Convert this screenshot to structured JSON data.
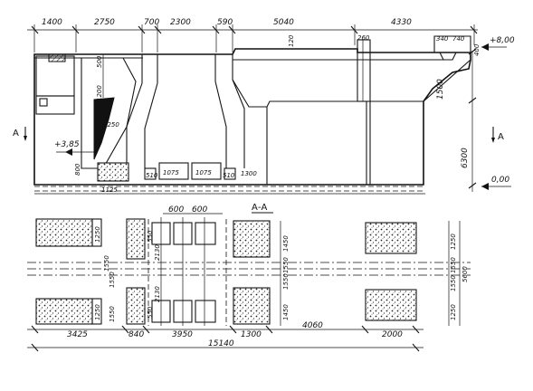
{
  "section": {
    "top_dims": [
      "1400",
      "2750",
      "700",
      "2300",
      "590",
      "5040",
      "4330"
    ],
    "small_dims": {
      "d500": "500",
      "d1200": "1200",
      "d1250": "1250",
      "d800": "800",
      "d1125": "1125",
      "d510a": "510",
      "d1075a": "1075",
      "d1075b": "1075",
      "d510b": "510",
      "d1300": "1300",
      "d120": "120",
      "d260": "260",
      "d340": "340",
      "d740": "740",
      "d400": "400",
      "d1500": "1500",
      "d6300": "6300"
    },
    "elevations": {
      "top": "+8,00",
      "mid": "+3,85",
      "zero": "0,00"
    },
    "cut_label": "А-А",
    "cut_marks": [
      "А",
      "А"
    ]
  },
  "plan": {
    "top_dims": [
      "600",
      "600"
    ],
    "inner_dims": [
      "1250",
      "1250",
      "1550",
      "1550",
      "2130",
      "2130",
      "1550",
      "550",
      "550"
    ],
    "right_dims": [
      "1450",
      "1550",
      "1550",
      "1450",
      "1250",
      "1550",
      "1550",
      "1250",
      "5600"
    ],
    "bottom_dims": [
      "3425",
      "840",
      "3950",
      "1300",
      "4060",
      "2000"
    ],
    "total": "15140"
  }
}
